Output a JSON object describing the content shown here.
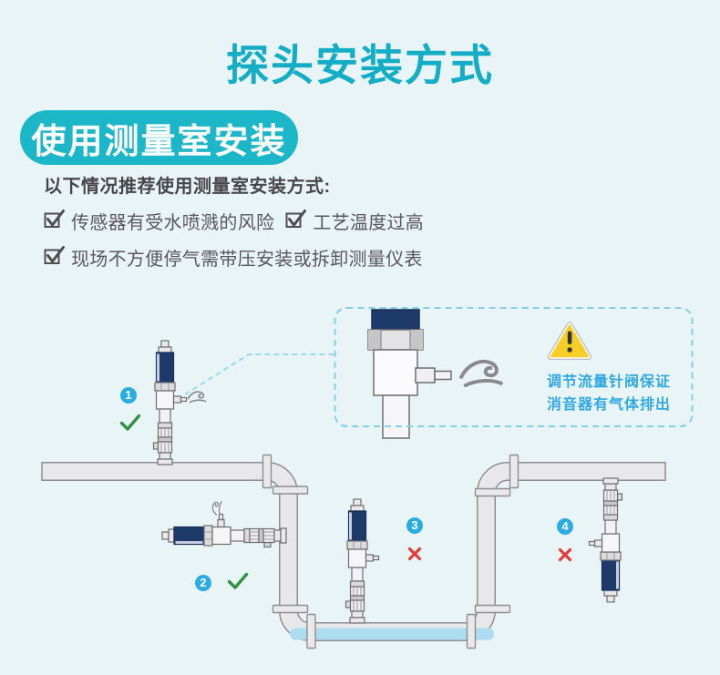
{
  "page": {
    "title": "探头安装方式"
  },
  "section": {
    "badge_label": "使用测量室安装"
  },
  "checklist": {
    "heading": "以下情况推荐使用测量室安装方式:",
    "items": [
      "传感器有受水喷溅的风险",
      "工艺温度过高",
      "现场不方便停气需带压安装或拆卸测量仪表"
    ]
  },
  "callout": {
    "warning_line1": "调节流量针阀保证",
    "warning_line2": "消音器有气体排出"
  },
  "markers": [
    {
      "num": "1",
      "verdict": "correct"
    },
    {
      "num": "2",
      "verdict": "correct"
    },
    {
      "num": "3",
      "verdict": "wrong"
    },
    {
      "num": "4",
      "verdict": "wrong"
    }
  ],
  "colors": {
    "accent_teal": "#14ADC6",
    "badge_teal": "#1CB6C9",
    "marker_blue": "#2AACE3",
    "check_green": "#2F9140",
    "cross_red": "#E23B3D",
    "probe_navy": "#1D3A6A",
    "callout_text_blue": "#2FA9E0",
    "water_blue": "#ABDCEF",
    "pipe_gray": "#E8E8EA"
  }
}
